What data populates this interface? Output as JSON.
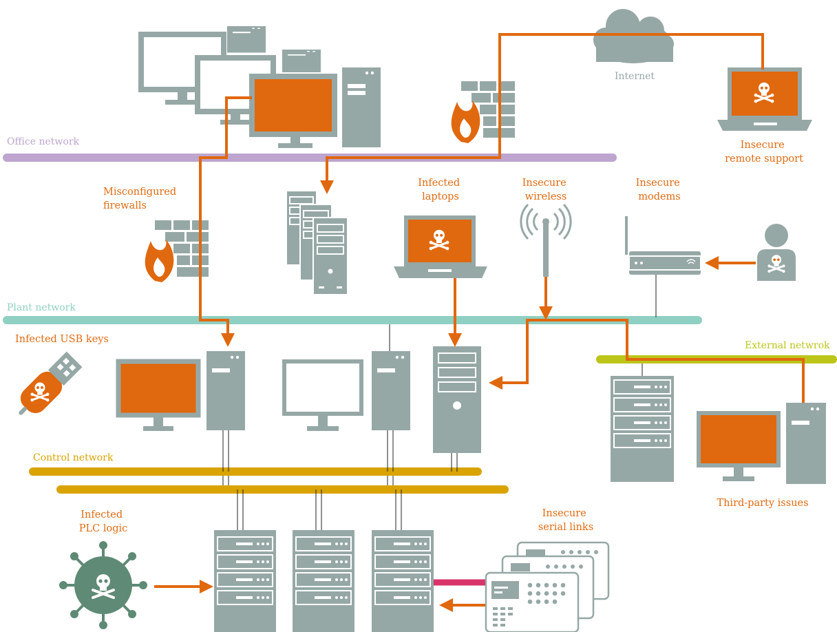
{
  "colors": {
    "orange": "#e0680e",
    "grey": "#96a8a6",
    "office": "#bda5cf",
    "plant": "#8fd0c3",
    "control": "#d9a300",
    "external": "#bcc51a",
    "serial": "#d8346a",
    "plc": "#5f8a75"
  },
  "networks": {
    "office": "Office network",
    "plant": "Plant network",
    "control": "Control network",
    "external": "External netwrok"
  },
  "labels": {
    "internet": "Internet",
    "remote_support": [
      "Insecure",
      "remote support"
    ],
    "firewalls": [
      "Misconfigured",
      "firewalls"
    ],
    "laptops": [
      "Infected",
      "laptops"
    ],
    "wireless": [
      "Insecure",
      "wireless"
    ],
    "modems": [
      "Insecure",
      "modems"
    ],
    "usb": "Infected USB keys",
    "third_party": "Third-party issues",
    "plc": [
      "Infected",
      "PLC logic"
    ],
    "serial": [
      "Insecure",
      "serial links"
    ]
  }
}
